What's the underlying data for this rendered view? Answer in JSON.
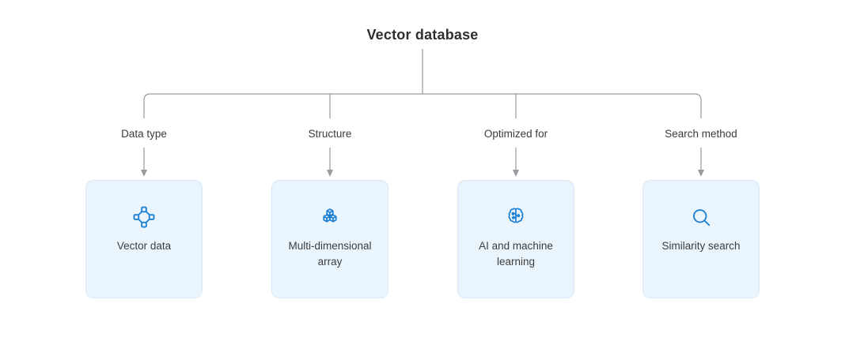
{
  "title": "Vector database",
  "colors": {
    "card_background": "#EAF4FC",
    "card_border": "#D7E9F9",
    "icon_blue": "#1E80D2",
    "connector_gray": "#9A9AA0",
    "text_dark": "#3A3A3A",
    "title_dark": "#2F2F2F"
  },
  "branches": [
    {
      "label": "Data type",
      "card": {
        "title": "Vector data",
        "icon": "vector-nodes-icon"
      }
    },
    {
      "label": "Structure",
      "card": {
        "title": "Multi-dimensional array",
        "icon": "cubes-icon"
      }
    },
    {
      "label": "Optimized for",
      "card": {
        "title": "AI and machine learning",
        "icon": "ai-brain-icon"
      }
    },
    {
      "label": "Search method",
      "card": {
        "title": "Similarity search",
        "icon": "search-icon"
      }
    }
  ]
}
